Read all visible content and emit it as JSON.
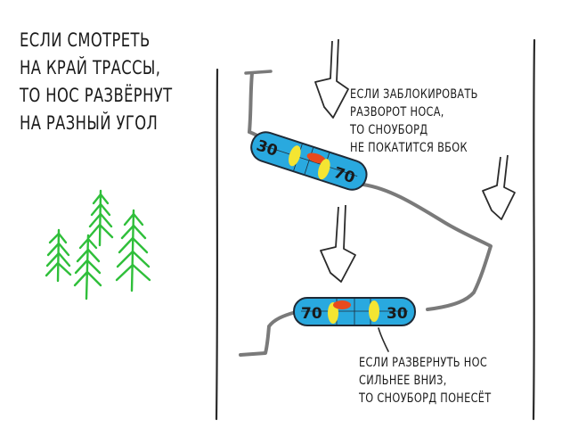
{
  "title": {
    "lines": [
      "Если смотреть",
      "на край трассы,",
      "то нос развёрнут",
      "на разный угол"
    ]
  },
  "note_top": {
    "lines": [
      "Если заблокировать",
      "разворот носа,",
      "то сноуборд",
      "не покатится вбок"
    ]
  },
  "note_bottom": {
    "lines": [
      "Если развернуть нос",
      "сильнее вниз,",
      "то сноуборд понесёт"
    ]
  },
  "board_top": {
    "left_number": "30",
    "right_number": "70"
  },
  "board_bottom": {
    "left_number": "70",
    "right_number": "30"
  },
  "colors": {
    "board_fill": "#29a9df",
    "board_outline": "#1f2a36",
    "binding_yellow": "#f4e532",
    "binding_red": "#e84a1d",
    "track": "#777777",
    "tree": "#2fbf3a",
    "ink": "#1a1a1a"
  }
}
